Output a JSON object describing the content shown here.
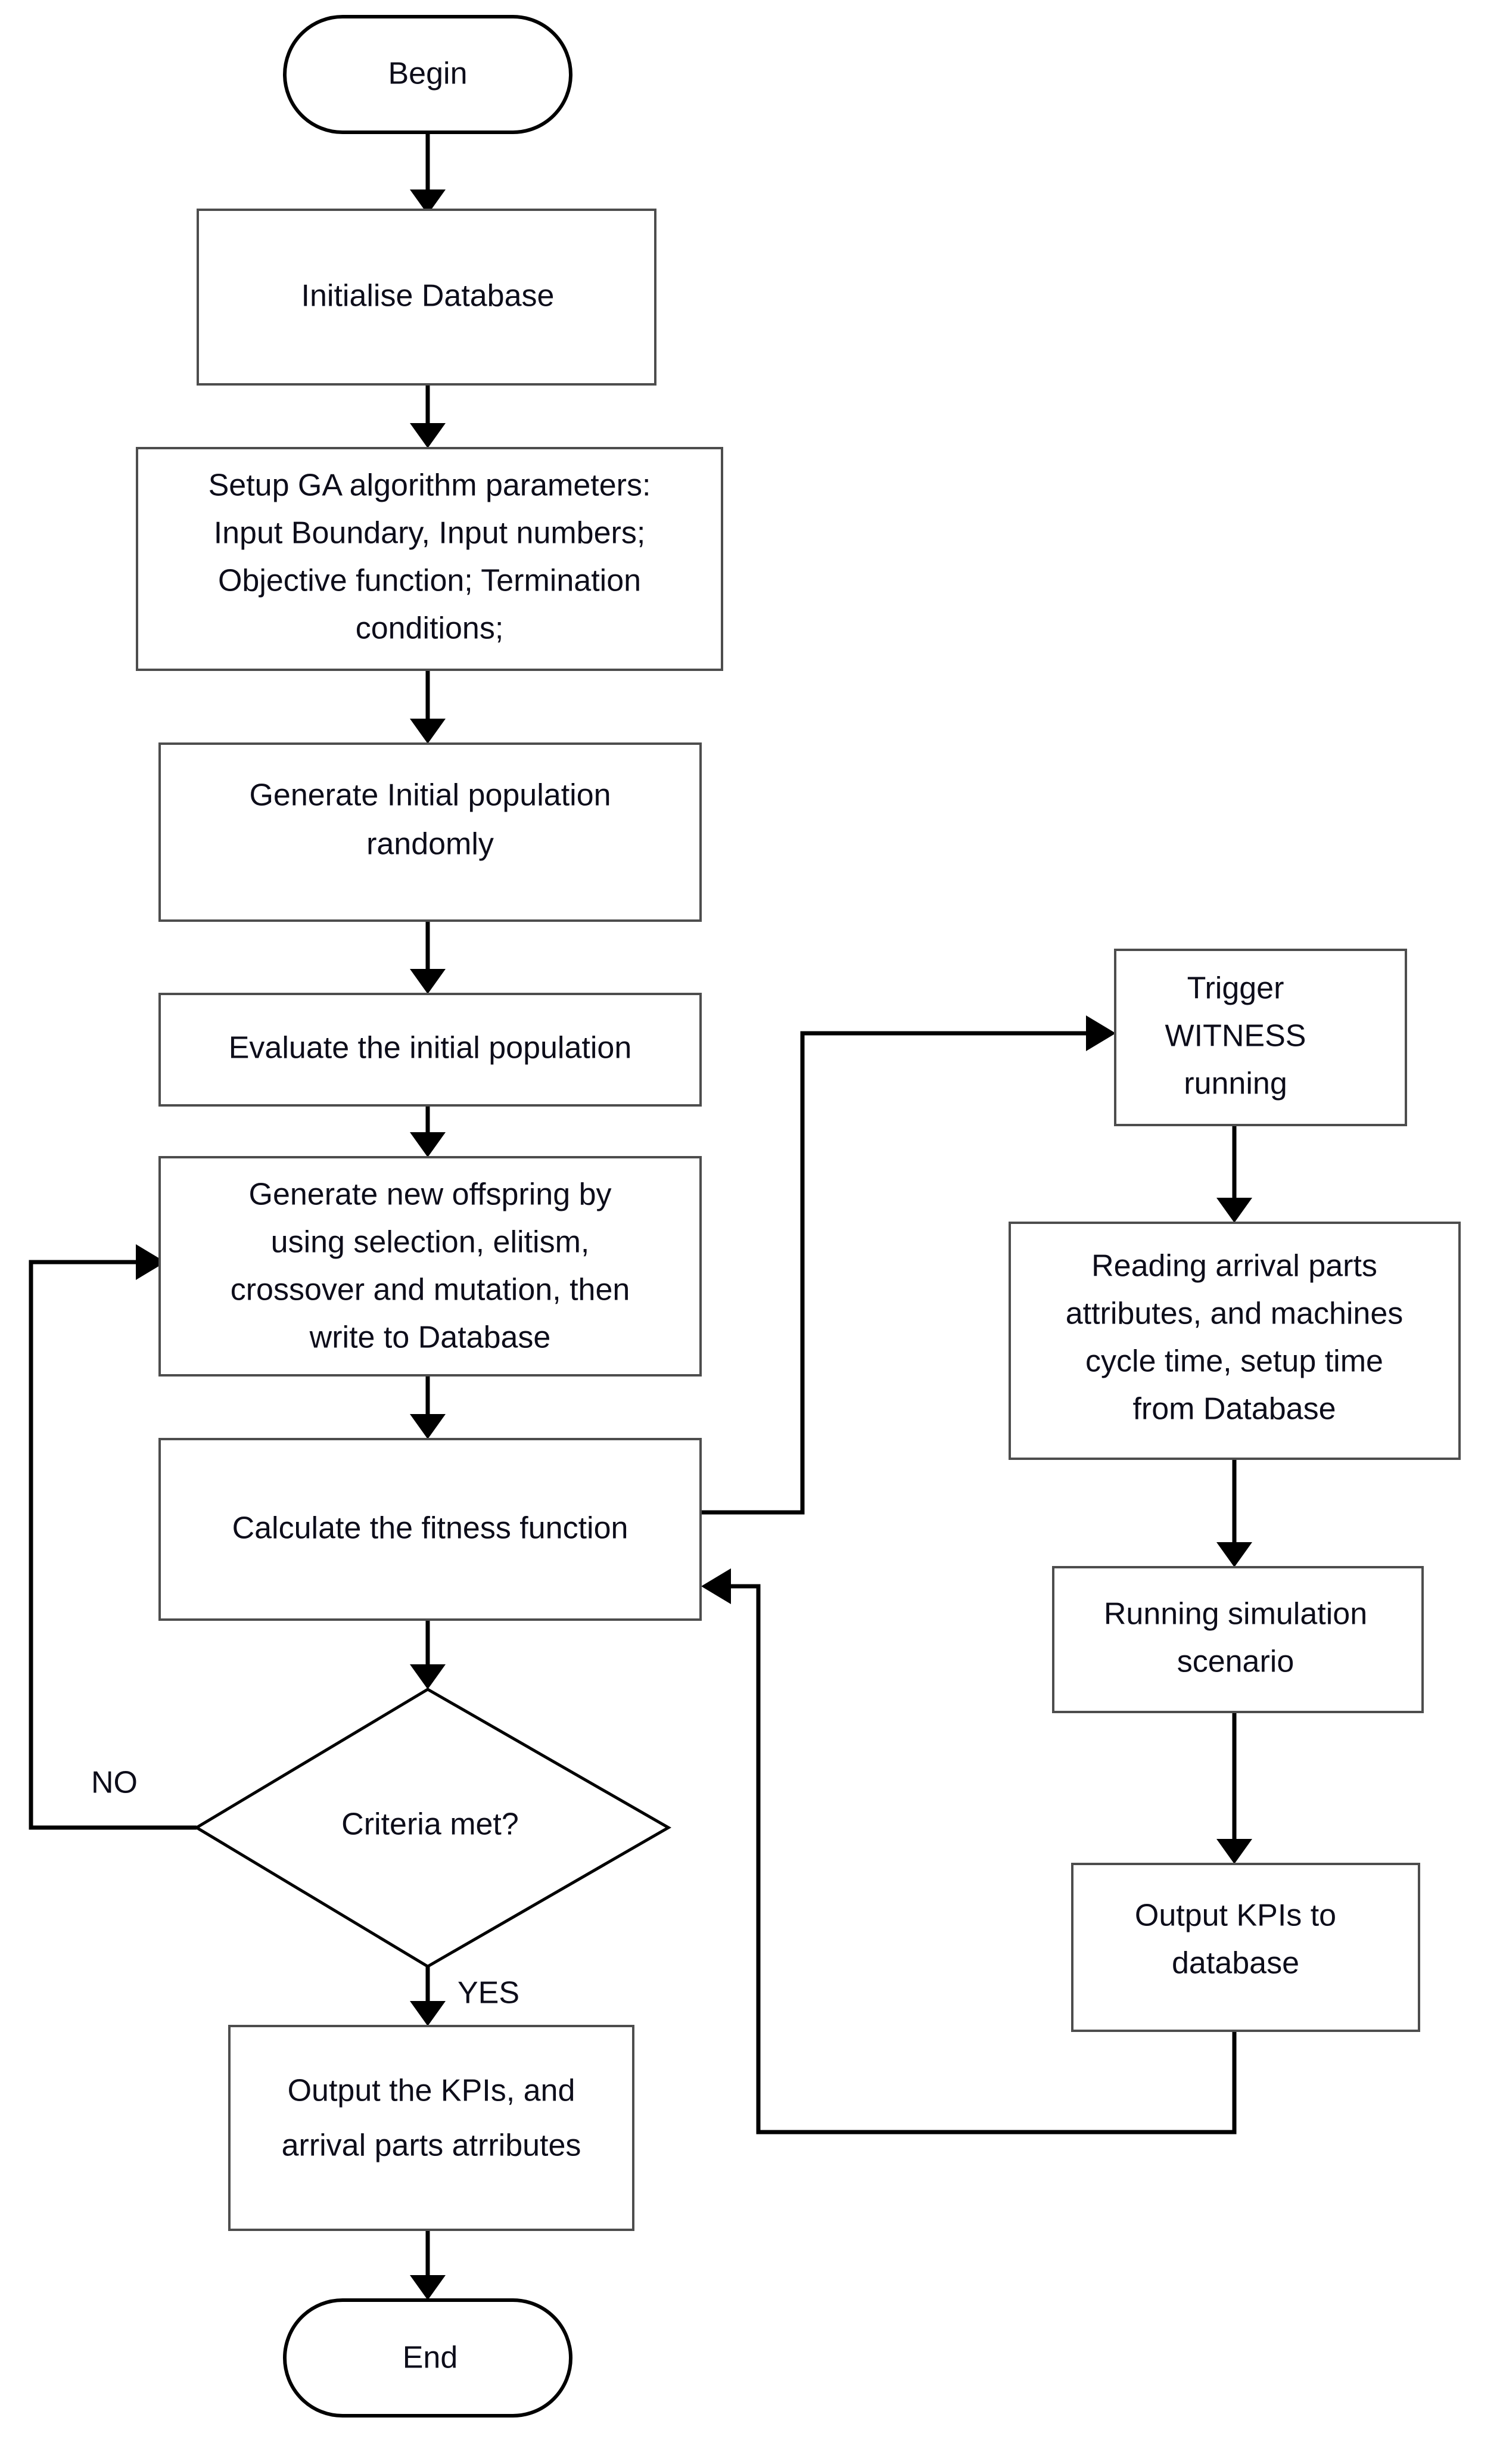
{
  "diagram": {
    "type": "flowchart",
    "title": "GA optimisation with WITNESS simulation flowchart",
    "background_color": "#ffffff",
    "node_fill": "#ffffff",
    "node_stroke": "#4d4d4d",
    "terminator_stroke": "#000000",
    "connector_color": "#000000",
    "text_color": "#0d0d1a"
  },
  "nodes": {
    "begin": {
      "label": "Begin",
      "shape": "terminator"
    },
    "init_db": {
      "label": "Initialise Database",
      "shape": "process"
    },
    "setup_ga": {
      "shape": "process",
      "lines": [
        "Setup GA algorithm parameters:",
        "Input Boundary, Input numbers;",
        "Objective function; Termination",
        "conditions;"
      ]
    },
    "gen_initial": {
      "shape": "process",
      "lines": [
        "Generate Initial population",
        "randomly"
      ]
    },
    "evaluate_initial": {
      "label": "Evaluate the initial population",
      "shape": "process"
    },
    "gen_offspring": {
      "shape": "process",
      "lines": [
        "Generate new offspring by",
        "using selection, elitism,",
        "crossover and mutation, then",
        "write to Database"
      ]
    },
    "calc_fitness": {
      "label": "Calculate the fitness function",
      "shape": "process"
    },
    "criteria": {
      "label": "Criteria met?",
      "shape": "decision"
    },
    "output_kpis_parts": {
      "shape": "process",
      "lines": [
        "Output the KPIs, and",
        "arrival parts atrributes"
      ]
    },
    "end": {
      "label": "End",
      "shape": "terminator"
    },
    "trigger_witness": {
      "shape": "process",
      "lines": [
        "Trigger",
        "WITNESS",
        "running"
      ]
    },
    "reading_arrival": {
      "shape": "process",
      "lines": [
        "Reading arrival parts",
        "attributes, and machines",
        "cycle time, setup time",
        "from Database"
      ]
    },
    "running_sim": {
      "shape": "process",
      "lines": [
        "Running simulation",
        "scenario"
      ]
    },
    "output_kpis_db": {
      "shape": "process",
      "lines": [
        "Output KPIs to",
        "database"
      ]
    }
  },
  "edge_labels": {
    "no": "NO",
    "yes": "YES"
  },
  "edges": [
    {
      "from": "begin",
      "to": "init_db",
      "label": ""
    },
    {
      "from": "init_db",
      "to": "setup_ga",
      "label": ""
    },
    {
      "from": "setup_ga",
      "to": "gen_initial",
      "label": ""
    },
    {
      "from": "gen_initial",
      "to": "evaluate_initial",
      "label": ""
    },
    {
      "from": "evaluate_initial",
      "to": "gen_offspring",
      "label": ""
    },
    {
      "from": "gen_offspring",
      "to": "calc_fitness",
      "label": ""
    },
    {
      "from": "calc_fitness",
      "to": "criteria",
      "label": ""
    },
    {
      "from": "criteria",
      "to": "gen_offspring",
      "label": "NO"
    },
    {
      "from": "criteria",
      "to": "output_kpis_parts",
      "label": "YES"
    },
    {
      "from": "output_kpis_parts",
      "to": "end",
      "label": ""
    },
    {
      "from": "calc_fitness",
      "to": "trigger_witness",
      "label": ""
    },
    {
      "from": "trigger_witness",
      "to": "reading_arrival",
      "label": ""
    },
    {
      "from": "reading_arrival",
      "to": "running_sim",
      "label": ""
    },
    {
      "from": "running_sim",
      "to": "output_kpis_db",
      "label": ""
    },
    {
      "from": "output_kpis_db",
      "to": "calc_fitness",
      "label": ""
    }
  ]
}
